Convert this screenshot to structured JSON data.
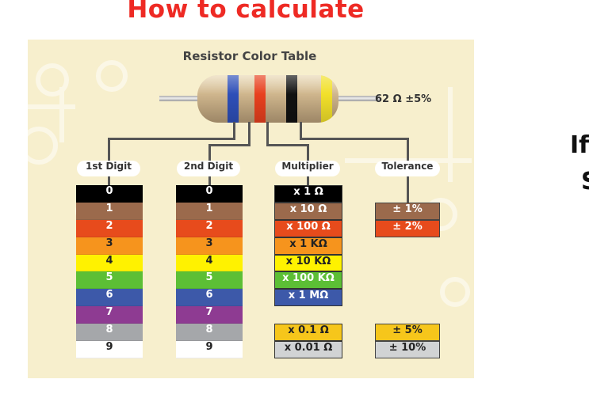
{
  "page_title": "How to calculate",
  "side_text": [
    "If",
    "S"
  ],
  "diagram": {
    "title": "Resistor Color Table",
    "example_value": "62 Ω  ±5%",
    "headers": [
      "1st Digit",
      "2nd Digit",
      "Multiplier",
      "Tolerance"
    ],
    "resistor_bands": [
      "#2e4fb8",
      "#e8401e",
      "#111111",
      "#f2e02a"
    ],
    "colors": {
      "black": "#000000",
      "brown": "#9b6a4c",
      "red": "#e74b1c",
      "orange": "#f6941d",
      "yellow": "#fff200",
      "green": "#5cbf35",
      "blue": "#3d59a9",
      "violet": "#8e3b92",
      "grey": "#a5a7aa",
      "white": "#ffffff",
      "gold": "#f6c61b",
      "silver": "#d1d3d4"
    },
    "digits": [
      "0",
      "1",
      "2",
      "3",
      "4",
      "5",
      "6",
      "7",
      "8",
      "9"
    ],
    "multipliers": [
      "x 1 Ω",
      "x 10 Ω",
      "x 100 Ω",
      "x 1 KΩ",
      "x 10 KΩ",
      "x 100 KΩ",
      "x 1 MΩ"
    ],
    "multiplier_extra": [
      "x 0.1 Ω",
      "x 0.01 Ω"
    ],
    "tolerances": [
      "± 1%",
      "± 2%"
    ],
    "tolerance_extra": [
      "± 5%",
      "± 10%"
    ]
  }
}
